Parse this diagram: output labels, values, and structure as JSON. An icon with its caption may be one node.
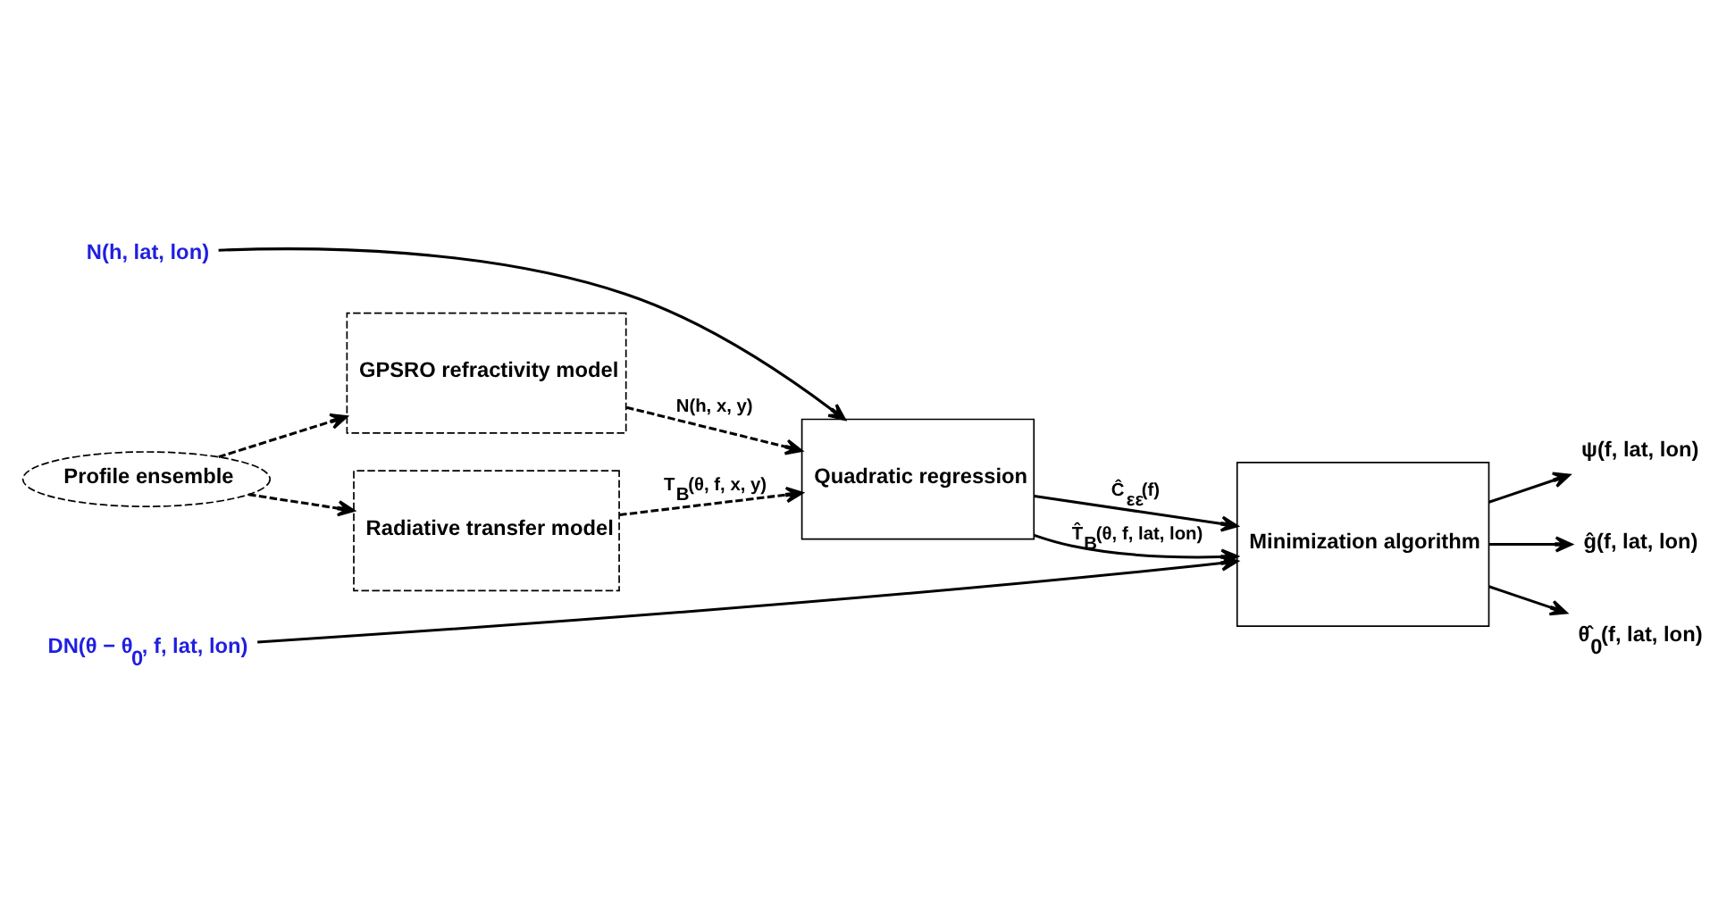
{
  "diagram": {
    "nodes": [
      {
        "text": [
          "Profile ensemble"
        ]
      },
      {
        "text": [
          "GPSRO refractivity model"
        ]
      },
      {
        "text": [
          "Radiative transfer model"
        ]
      },
      {
        "text": [
          "Quadratic regression"
        ]
      },
      {
        "text": [
          "Minimization algorithm"
        ]
      },
      {
        "text": [
          "N(h, lat, lon)"
        ]
      },
      {
        "text": [
          "DN(θ − θ$_{0}$, f, lat, lon)"
        ]
      },
      {
        "text": [
          "ψ(f, lat, lon)"
        ]
      },
      {
        "text": [
          "ĝ(f, lat, lon)"
        ]
      },
      {
        "text": [
          "θ̂$_{0}$(f, lat, lon)"
        ]
      }
    ],
    "edges": [
      {
        "from": 0,
        "to": 1,
        "arrow": "to",
        "style": "dashed"
      },
      {
        "from": 0,
        "to": 2,
        "arrow": "to",
        "style": "dashed"
      },
      {
        "from": 1,
        "to": 3,
        "arrow": "to",
        "style": "dashed",
        "label": "N(h, x, y)"
      },
      {
        "from": 2,
        "to": 3,
        "arrow": "to",
        "style": "dashed",
        "label": "T$_{B}$(θ, f, x, y)"
      },
      {
        "from": 5,
        "to": 3,
        "arrow": "to"
      },
      {
        "from": 3,
        "to": 4,
        "arrow": "to",
        "label": "T̂$_{B}$(θ, f, lat, lon)"
      },
      {
        "from": 3,
        "to": 4,
        "arrow": "to",
        "label": "Ĉ$_{εε}$(f)"
      },
      {
        "from": 6,
        "to": 4,
        "arrow": "to"
      },
      {
        "from": 4,
        "to": 7,
        "arrow": "to"
      },
      {
        "from": 4,
        "to": 8,
        "arrow": "to"
      },
      {
        "from": 4,
        "to": 9,
        "arrow": "to"
      }
    ]
  }
}
